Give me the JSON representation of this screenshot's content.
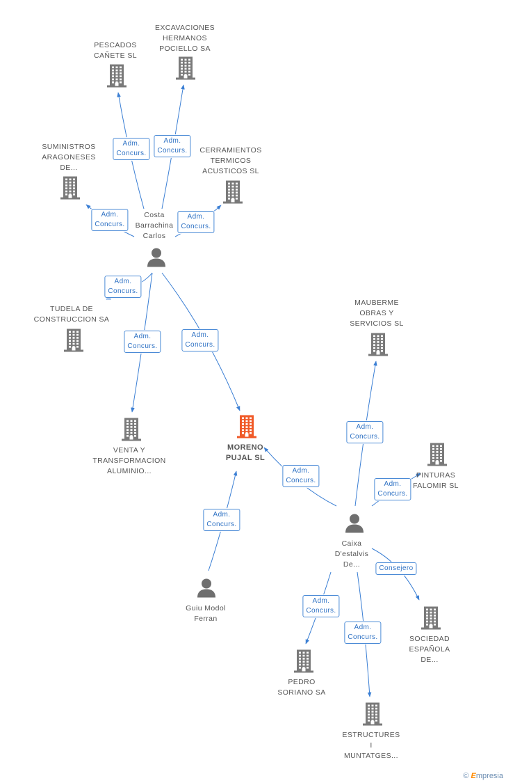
{
  "nodes": [
    {
      "id": "pescados",
      "type": "company",
      "label": "PESCADOS\nCAÑETE SL"
    },
    {
      "id": "excavaciones",
      "type": "company",
      "label": "EXCAVACIONES\nHERMANOS\nPOCIELLO SA"
    },
    {
      "id": "suministros",
      "type": "company",
      "label": "SUMINISTROS\nARAGONESES\nDE..."
    },
    {
      "id": "cerramientos",
      "type": "company",
      "label": "CERRAMIENTOS\nTERMICOS\nACUSTICOS SL"
    },
    {
      "id": "costa",
      "type": "person",
      "label": "Costa\nBarrachina\nCarlos"
    },
    {
      "id": "tudela",
      "type": "company",
      "label": "TUDELA DE\nCONSTRUCCION SA"
    },
    {
      "id": "mauberme",
      "type": "company",
      "label": "MAUBERME\nOBRAS Y\nSERVICIOS SL"
    },
    {
      "id": "venta",
      "type": "company",
      "label": "VENTA Y\nTRANSFORMACION\nALUMINIO..."
    },
    {
      "id": "moreno",
      "type": "focus",
      "label": "MORENO\nPUJAL SL"
    },
    {
      "id": "pinturas",
      "type": "company",
      "label": "PINTURAS\nFALOMIR SL"
    },
    {
      "id": "caixa",
      "type": "person",
      "label": "Caixa\nD'estalvis\nDe..."
    },
    {
      "id": "guiu",
      "type": "person",
      "label": "Guiu Modol\nFerran"
    },
    {
      "id": "sociedad",
      "type": "company",
      "label": "SOCIEDAD\nESPAÑOLA\nDE..."
    },
    {
      "id": "pedro",
      "type": "company",
      "label": "PEDRO\nSORIANO SA"
    },
    {
      "id": "estructures",
      "type": "company",
      "label": "ESTRUCTURES\nI\nMUNTATGES..."
    }
  ],
  "edges": [
    {
      "from": "costa",
      "to": "pescados",
      "label": "Adm.\nConcurs."
    },
    {
      "from": "costa",
      "to": "excavaciones",
      "label": "Adm.\nConcurs."
    },
    {
      "from": "costa",
      "to": "suministros",
      "label": "Adm.\nConcurs."
    },
    {
      "from": "costa",
      "to": "cerramientos",
      "label": "Adm.\nConcurs."
    },
    {
      "from": "costa",
      "to": "tudela",
      "label": "Adm.\nConcurs."
    },
    {
      "from": "costa",
      "to": "venta",
      "label": "Adm.\nConcurs."
    },
    {
      "from": "costa",
      "to": "moreno",
      "label": "Adm.\nConcurs."
    },
    {
      "from": "guiu",
      "to": "moreno",
      "label": "Adm.\nConcurs."
    },
    {
      "from": "caixa",
      "to": "moreno",
      "label": "Adm.\nConcurs."
    },
    {
      "from": "caixa",
      "to": "mauberme",
      "label": "Adm.\nConcurs."
    },
    {
      "from": "caixa",
      "to": "pinturas",
      "label": "Adm.\nConcurs."
    },
    {
      "from": "caixa",
      "to": "sociedad",
      "label": "Consejero"
    },
    {
      "from": "caixa",
      "to": "pedro",
      "label": "Adm.\nConcurs."
    },
    {
      "from": "caixa",
      "to": "estructures",
      "label": "Adm.\nConcurs."
    }
  ],
  "colors": {
    "edge": "#3b7fd4",
    "company_icon": "#7a7a7a",
    "focus_icon": "#f05a28",
    "person_icon": "#6f6f6f"
  },
  "footer": {
    "copyright_symbol": "©",
    "brand_initial": "E",
    "brand_rest": "mpresia"
  }
}
